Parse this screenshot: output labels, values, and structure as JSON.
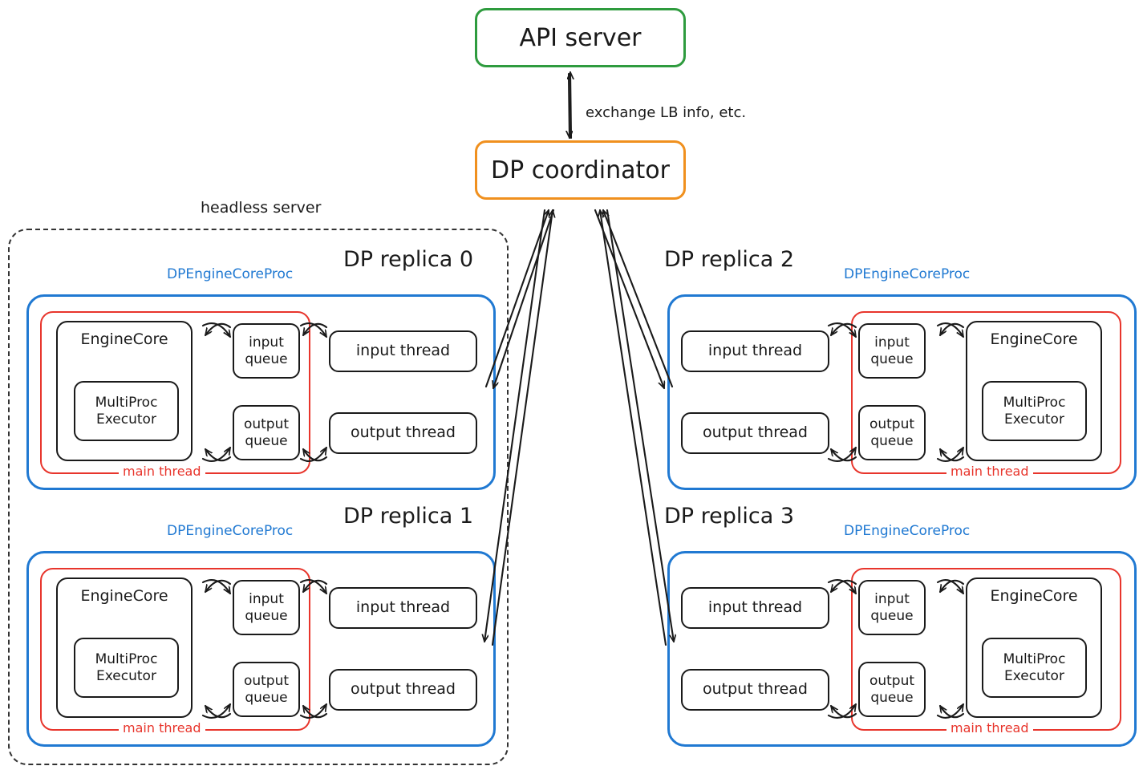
{
  "diagram": {
    "title_nodes": {
      "api_server": "API server",
      "dp_coordinator": "DP coordinator"
    },
    "edge_labels": {
      "coordinator_api": "exchange LB info, etc."
    },
    "headless_server_label": "headless server",
    "colors": {
      "api_server_border": "#2e9b3e",
      "coordinator_border": "#f0901e",
      "proc_border": "#2079d2",
      "main_thread_border": "#e8352c",
      "node_border": "#1a1a1a",
      "headless_border": "#333333"
    },
    "labels": {
      "proc": "DPEngineCoreProc",
      "main_thread": "main thread",
      "engine_core": "EngineCore",
      "multiproc_executor_line1": "MultiProc",
      "multiproc_executor_line2": "Executor",
      "input_queue_line1": "input",
      "input_queue_line2": "queue",
      "output_queue_line1": "output",
      "output_queue_line2": "queue",
      "input_thread": "input thread",
      "output_thread": "output thread"
    },
    "replicas": [
      {
        "id": 0,
        "name": "DP replica 0",
        "orientation": "engine-left"
      },
      {
        "id": 1,
        "name": "DP replica 1",
        "orientation": "engine-left"
      },
      {
        "id": 2,
        "name": "DP replica 2",
        "orientation": "engine-right"
      },
      {
        "id": 3,
        "name": "DP replica 3",
        "orientation": "engine-right"
      }
    ]
  }
}
